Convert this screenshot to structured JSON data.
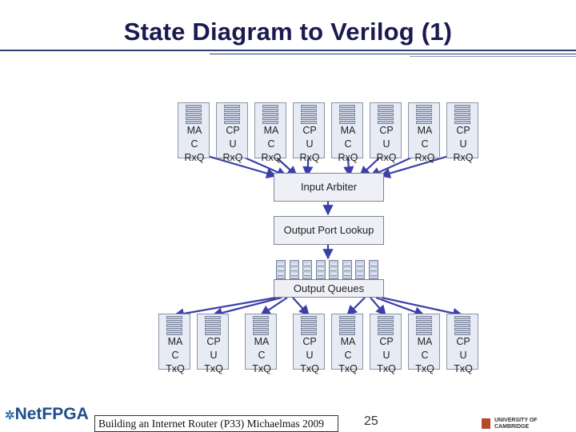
{
  "title": "State Diagram to Verilog (1)",
  "rx_queues": [
    "MA\nC\nRxQ",
    "CP\nU\nRxQ",
    "MA\nC\nRxQ",
    "CP\nU\nRxQ",
    "MA\nC\nRxQ",
    "CP\nU\nRxQ",
    "MA\nC\nRxQ",
    "CP\nU\nRxQ"
  ],
  "input_arbiter": "Input Arbiter",
  "output_port_lookup": "Output Port Lookup",
  "output_queues": "Output Queues",
  "tx_queues": [
    "MA\nC\nTxQ",
    "CP\nU\nTxQ",
    "MA\nC\nTxQ",
    "CP\nU\nTxQ",
    "MA\nC\nTxQ",
    "CP\nU\nTxQ",
    "MA\nC\nTxQ",
    "CP\nU\nTxQ"
  ],
  "footer": {
    "course": "Building an Internet Router (P33) Michaelmas 2009",
    "page": "25",
    "logo": "NetFPGA",
    "university": "UNIVERSITY OF\nCAMBRIDGE"
  },
  "colors": {
    "arrow": "#3b3fa8",
    "title": "#1a1a50",
    "rule": "#2a3f74"
  }
}
